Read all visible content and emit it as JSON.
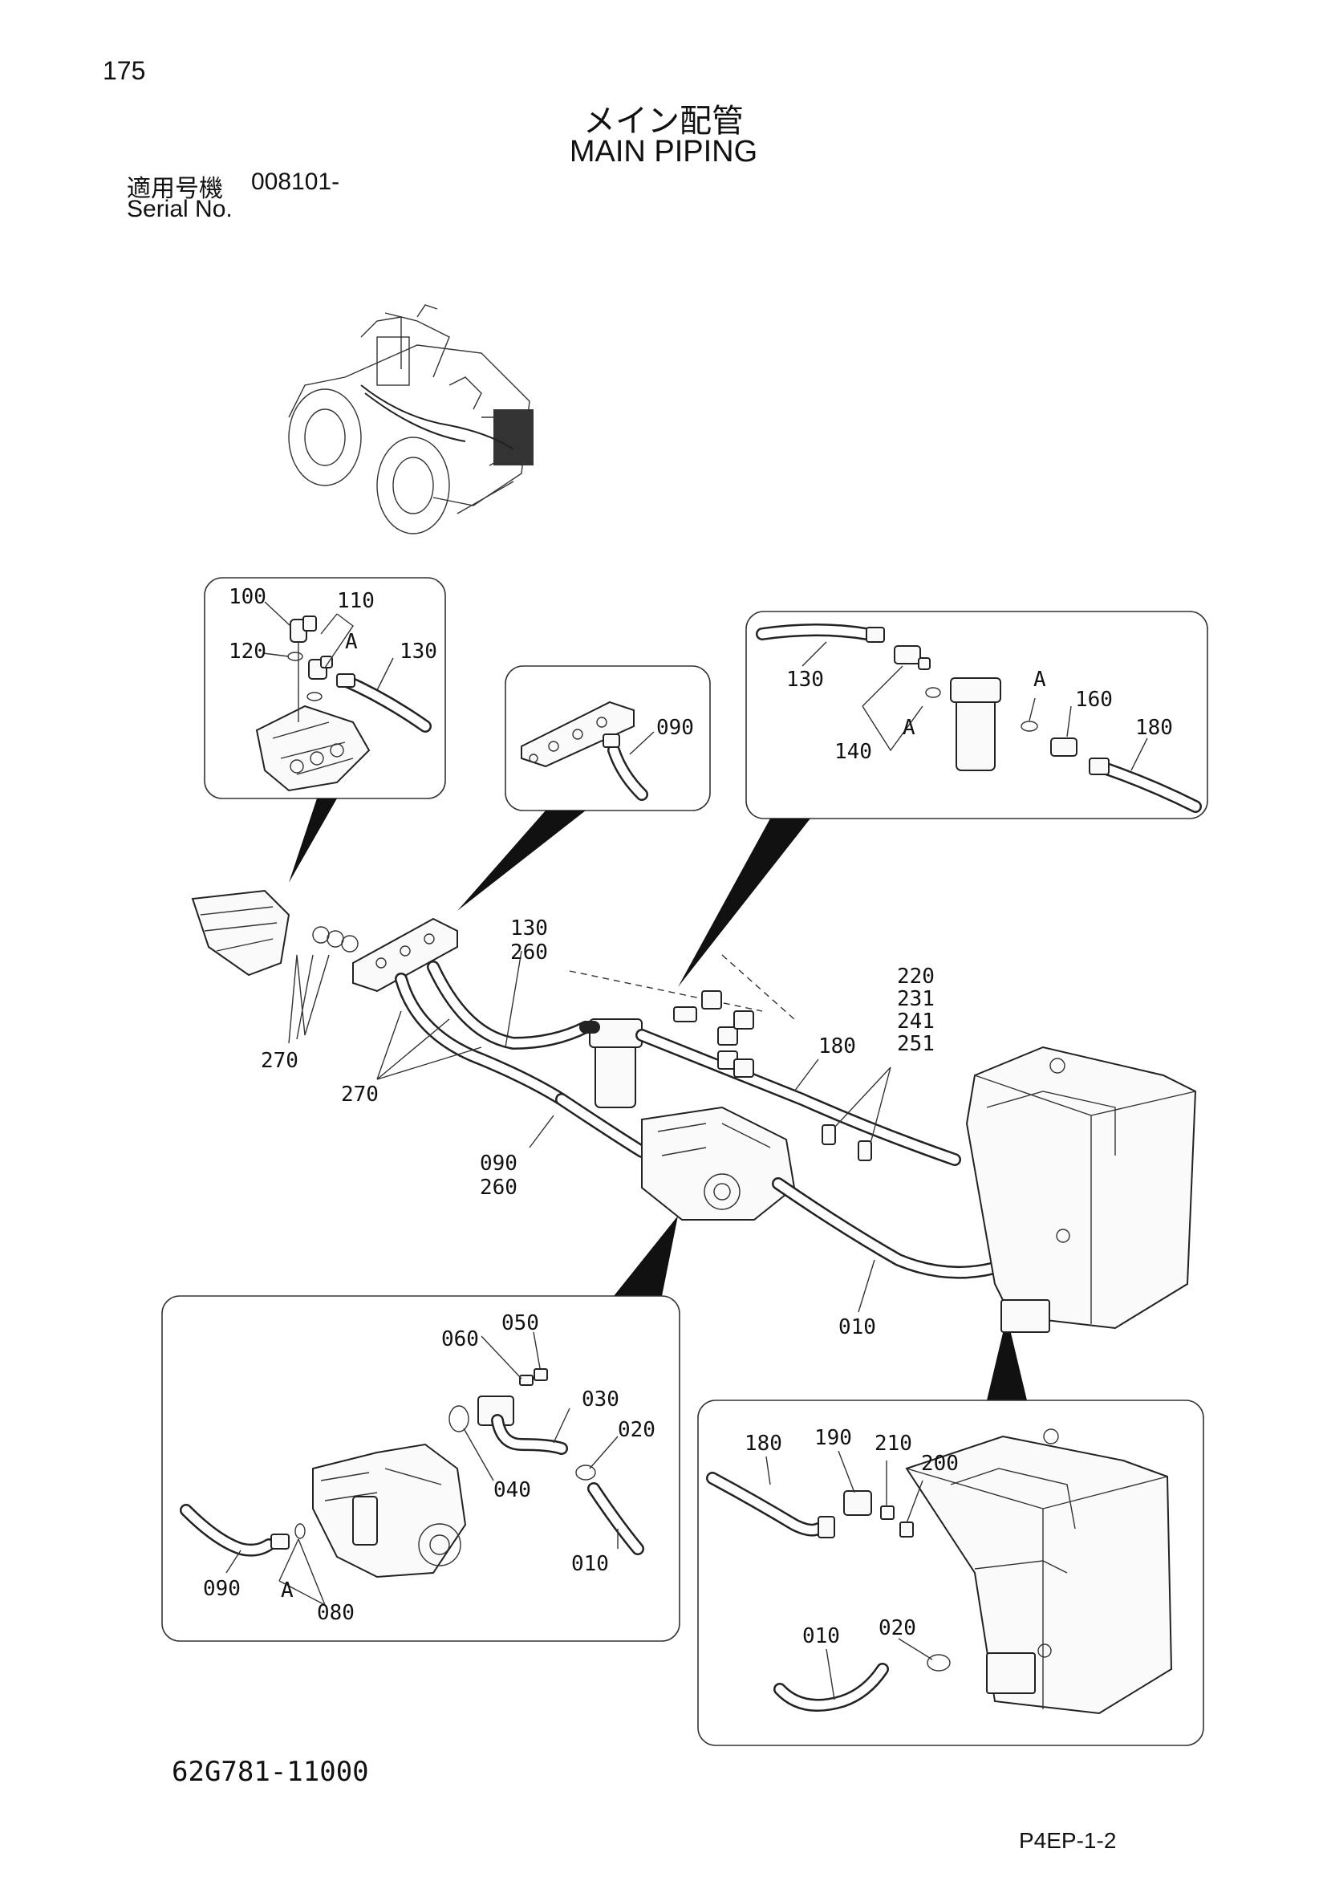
{
  "header": {
    "page_number": "175",
    "title_jp": "メイン配管",
    "title_en": "MAIN PIPING",
    "serial_label_jp": "適用号機",
    "serial_value": "008101-",
    "serial_label_en": "Serial No."
  },
  "callouts": {
    "top_left": {
      "c100": "100",
      "c110": "110",
      "c120": "120",
      "c130": "130",
      "a": "A"
    },
    "top_middle": {
      "c090": "090"
    },
    "top_right": {
      "c130": "130",
      "c140": "140",
      "a1": "A",
      "a2": "A",
      "c160": "160",
      "c180": "180"
    },
    "main": {
      "c130": "130",
      "c260a": "260",
      "c270a": "270",
      "c270b": "270",
      "c220": "220",
      "c231": "231",
      "c241": "241",
      "c251": "251",
      "c180": "180",
      "c090": "090",
      "c260b": "260",
      "c010": "010"
    },
    "bottom_left": {
      "c050": "050",
      "c060": "060",
      "c030": "030",
      "c020": "020",
      "c040": "040",
      "c010": "010",
      "c090": "090",
      "a": "A",
      "c080": "080"
    },
    "bottom_right": {
      "c180": "180",
      "c190": "190",
      "c210": "210",
      "c200": "200",
      "c010": "010",
      "c020": "020"
    }
  },
  "footer": {
    "drawing_number": "62G781-11000",
    "page_code": "P4EP-1-2"
  }
}
